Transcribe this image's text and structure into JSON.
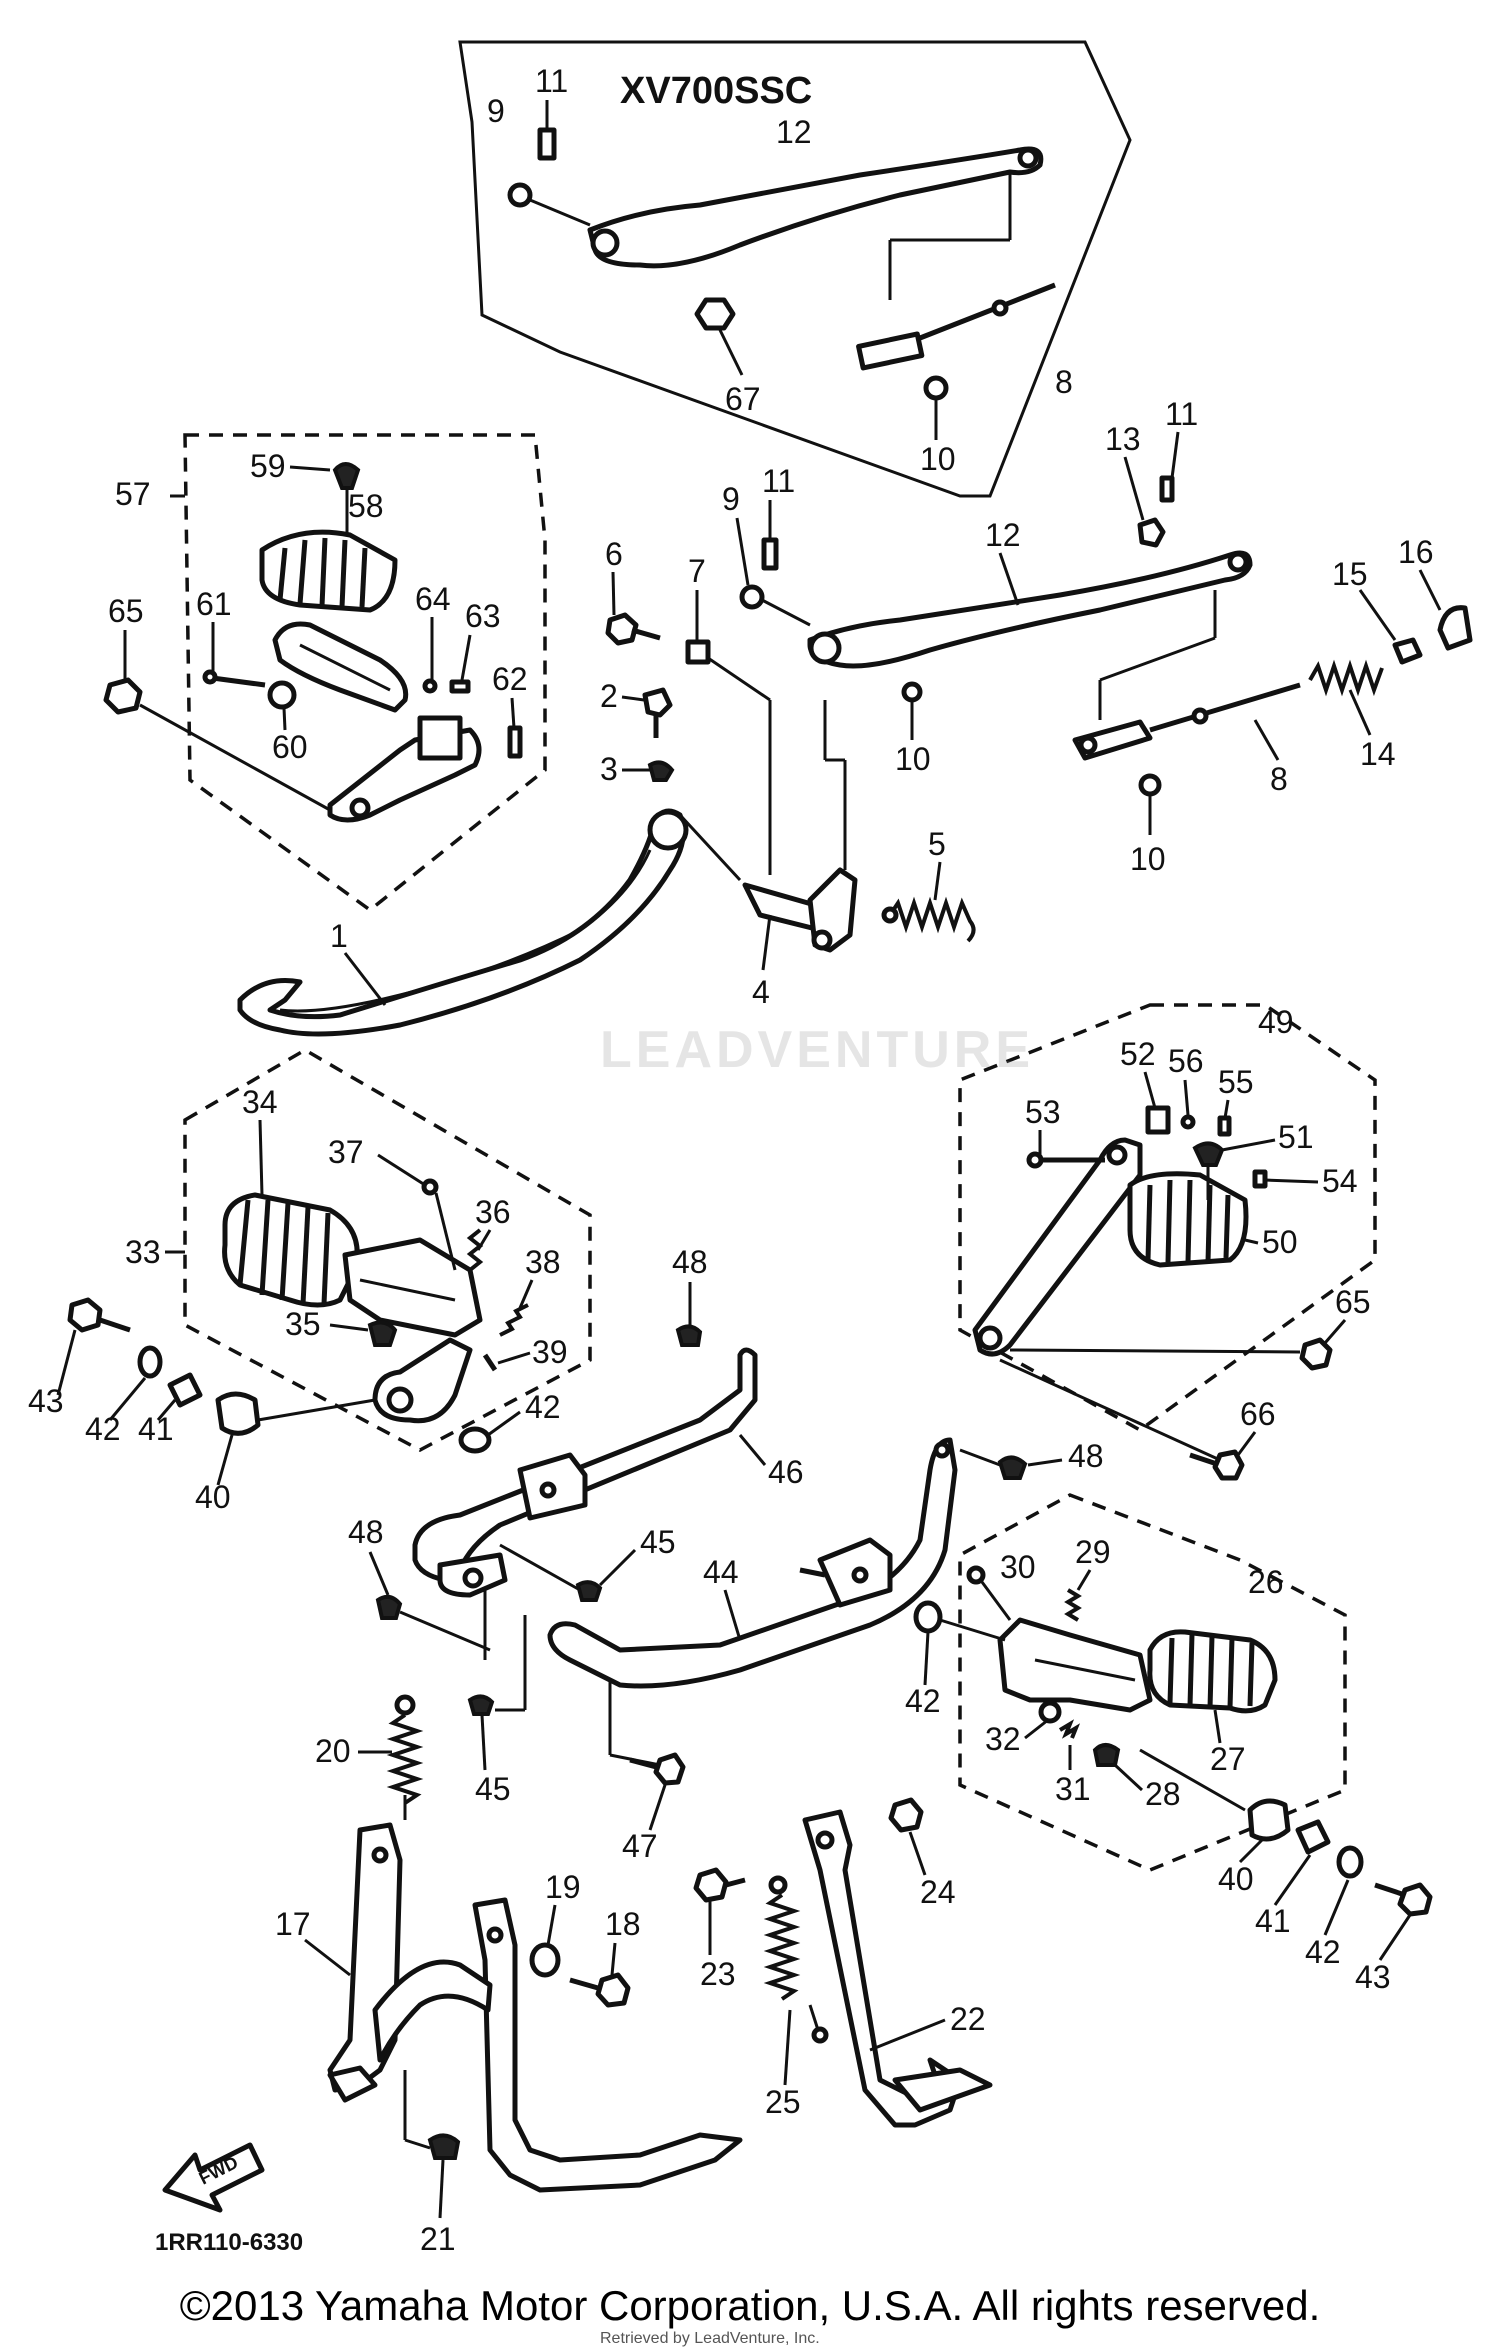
{
  "diagram": {
    "inset_title": "XV700SSC",
    "drawing_number": "1RR110-6330",
    "front_arrow_label": "FWD",
    "watermark_text": "LEADVENTURE",
    "footnote": "Retrieved by LeadVenture, Inc.",
    "callouts": {
      "c11a": "11",
      "c9a": "9",
      "c12a": "12",
      "c67": "67",
      "c8a": "8",
      "c10a": "10",
      "c57": "57",
      "c59": "59",
      "c58": "58",
      "c65a": "65",
      "c61": "61",
      "c64": "64",
      "c63": "63",
      "c62": "62",
      "c60": "60",
      "c6": "6",
      "c7": "7",
      "c9b": "9",
      "c11b": "11",
      "c12b": "12",
      "c13": "13",
      "c11c": "11",
      "c15": "15",
      "c16": "16",
      "c2": "2",
      "c3": "3",
      "c10b": "10",
      "c14": "14",
      "c8b": "8",
      "c10c": "10",
      "c5": "5",
      "c1": "1",
      "c4": "4",
      "c49": "49",
      "c52": "52",
      "c56": "56",
      "c55": "55",
      "c53": "53",
      "c51": "51",
      "c54": "54",
      "c50": "50",
      "c65b": "65",
      "c66": "66",
      "c34": "34",
      "c37": "37",
      "c33": "33",
      "c36": "36",
      "c38": "38",
      "c35": "35",
      "c39": "39",
      "c48a": "48",
      "c43a": "43",
      "c42a": "42",
      "c41a": "41",
      "c40a": "40",
      "c42b": "42",
      "c46": "46",
      "c48b": "48",
      "c48c": "48",
      "c45a": "45",
      "c44": "44",
      "c30": "30",
      "c29": "29",
      "c26": "26",
      "c42c": "42",
      "c32": "32",
      "c27": "27",
      "c31": "31",
      "c28": "28",
      "c20": "20",
      "c45b": "45",
      "c47": "47",
      "c24": "24",
      "c40b": "40",
      "c41b": "41",
      "c42d": "42",
      "c43b": "43",
      "c17": "17",
      "c19": "19",
      "c18": "18",
      "c23": "23",
      "c22": "22",
      "c25": "25",
      "c21": "21"
    }
  },
  "copyright": "©2013 Yamaha Motor Corporation, U.S.A. All rights reserved."
}
